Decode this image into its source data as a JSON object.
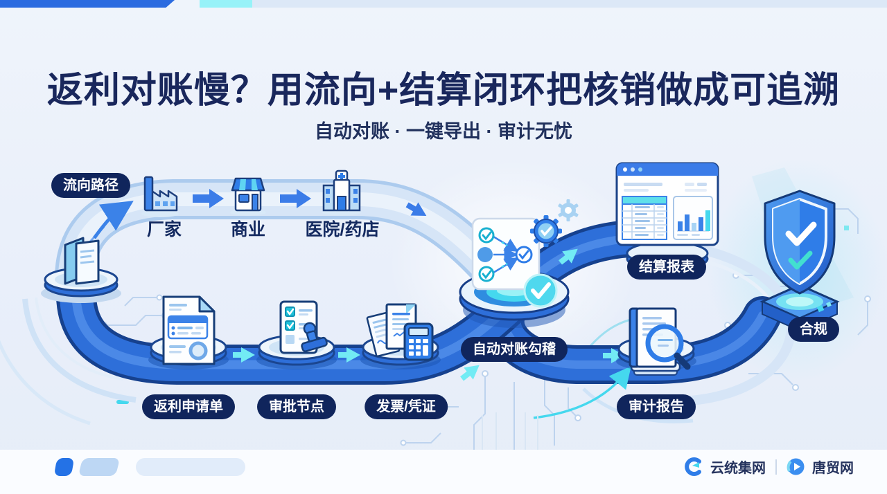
{
  "header": {
    "title": "返利对账慢？用流向+结算闭环把核销做成可追溯",
    "subtitle": "自动对账 · 一键导出 · 审计无忧"
  },
  "flow": {
    "path_badge": "流向路径",
    "top_nodes": [
      {
        "label": "厂家",
        "icon": "factory-icon"
      },
      {
        "label": "商业",
        "icon": "store-icon"
      },
      {
        "label": "医院/药店",
        "icon": "hospital-icon"
      }
    ],
    "bottom_nodes": [
      {
        "label": "返利申请单",
        "icon": "rebate-form-icon"
      },
      {
        "label": "审批节点",
        "icon": "approval-stamp-icon"
      },
      {
        "label": "发票/凭证",
        "icon": "invoice-calculator-icon"
      }
    ],
    "center_badge": "自动对账勾稽",
    "right_nodes": [
      {
        "label": "结算报表",
        "icon": "settlement-report-icon"
      },
      {
        "label": "审计报告",
        "icon": "audit-report-icon"
      }
    ],
    "compliance_badge": "合规"
  },
  "footer": {
    "brand_left": "云统集网",
    "brand_right": "唐贸网"
  },
  "colors": {
    "band_blue": "#2e6fd9",
    "band_light": "#d6e5f7",
    "cyan_accent": "#45d8ee",
    "badge_navy": "#10255c",
    "title_navy": "#19275c"
  }
}
